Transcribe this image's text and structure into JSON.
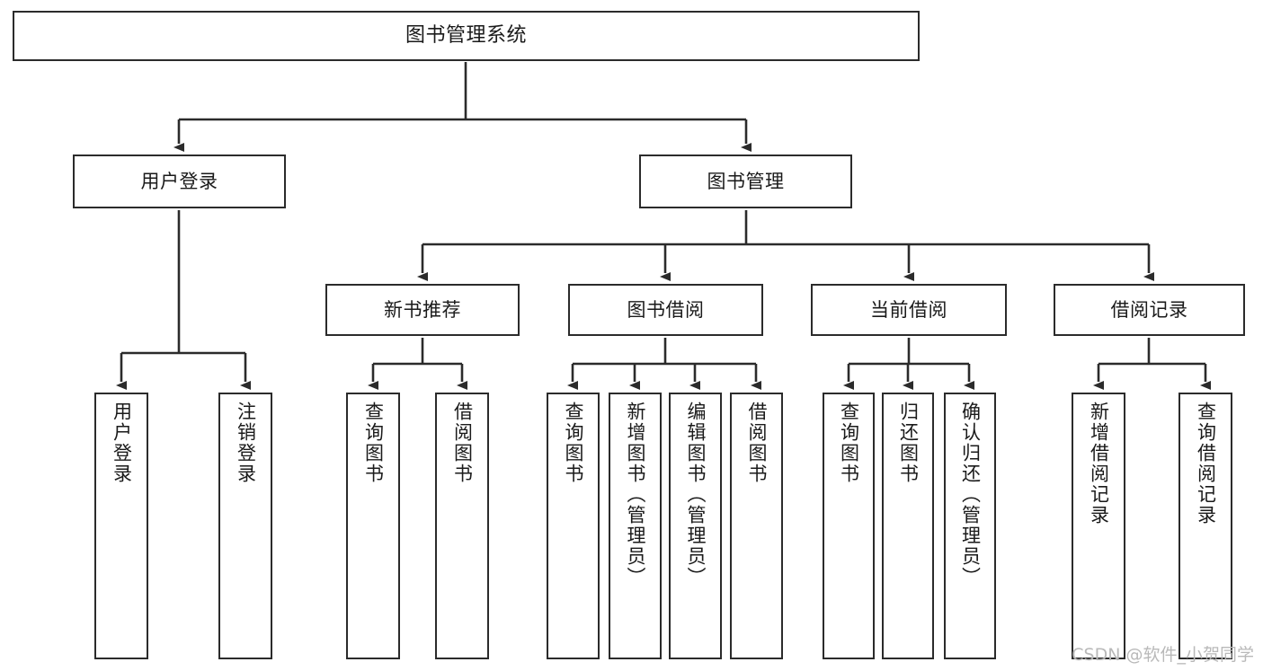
{
  "diagram": {
    "title": "图书管理系统",
    "type": "tree-hierarchy",
    "watermark": "CSDN @软件_小贺同学",
    "colors": {
      "box_border": "#2b2b2b",
      "box_fill": "#ffffff",
      "edge": "#2b2b2b",
      "text": "#1a1a1a",
      "watermark": "#b9b9b9",
      "background": "#ffffff"
    },
    "root": {
      "label": "图书管理系统"
    },
    "level2": [
      {
        "label": "用户登录"
      },
      {
        "label": "图书管理"
      }
    ],
    "level3": [
      {
        "label": "新书推荐"
      },
      {
        "label": "图书借阅"
      },
      {
        "label": "当前借阅"
      },
      {
        "label": "借阅记录"
      }
    ],
    "leaves": {
      "user_login": [
        {
          "label": "用户登录"
        },
        {
          "label": "注销登录"
        }
      ],
      "new_book_recommend": [
        {
          "label": "查询图书"
        },
        {
          "label": "借阅图书"
        }
      ],
      "book_borrow": [
        {
          "label": "查询图书"
        },
        {
          "label": "新增图书（管理员）"
        },
        {
          "label": "编辑图书（管理员）"
        },
        {
          "label": "借阅图书"
        }
      ],
      "current_borrow": [
        {
          "label": "查询图书"
        },
        {
          "label": "归还图书"
        },
        {
          "label": "确认归还（管理员）"
        }
      ],
      "borrow_record": [
        {
          "label": "新增借阅记录"
        },
        {
          "label": "查询借阅记录"
        }
      ]
    }
  }
}
